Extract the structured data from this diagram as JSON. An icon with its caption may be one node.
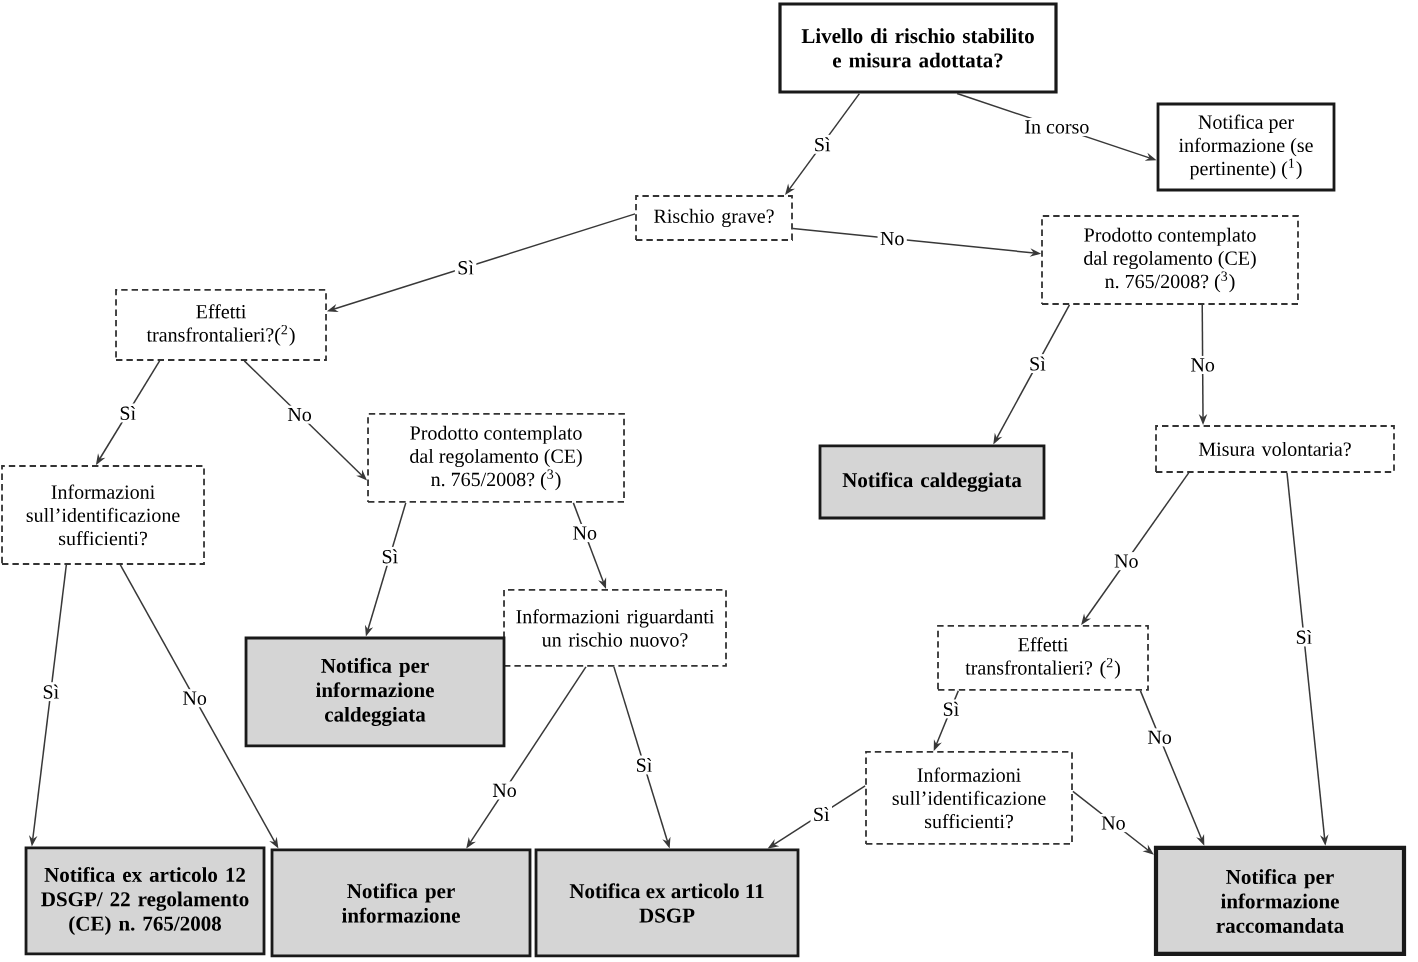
{
  "diagram": {
    "nodes": [
      {
        "text": [
          "Livello di rischio stabilito e misura adottata?"
        ]
      },
      {
        "text": [
          "Notifica per informazione (se pertinente) ($^{1}$)"
        ]
      },
      {
        "text": [
          "Rischio grave?"
        ]
      },
      {
        "text": [
          "Prodotto contemplato dal regolamento (CE) n. 765/2008? ($^{3}$)"
        ]
      },
      {
        "text": [
          "Effetti transfrontalieri?($^{2}$)"
        ]
      },
      {
        "text": [
          "Notifica caldeggiata"
        ]
      },
      {
        "text": [
          "Misura volontaria?"
        ]
      },
      {
        "text": [
          "Informazioni sull’identificazione sufficienti?"
        ]
      },
      {
        "text": [
          "Prodotto contemplato dal regolamento (CE) n. 765/2008? ($^{3}$)"
        ]
      },
      {
        "text": [
          "Informazioni riguardanti un rischio nuovo?"
        ]
      },
      {
        "text": [
          "Notifica per informazione caldeggiata"
        ]
      },
      {
        "text": [
          "Effetti transfrontalieri? ($^{2}$)"
        ]
      },
      {
        "text": [
          "Informazioni sull’identificazione sufficienti?"
        ]
      },
      {
        "text": [
          "Notifica ex articolo 12 DSGP/ 22 regolamento (CE) n. 765/2008"
        ]
      },
      {
        "text": [
          "Notifica per informazione"
        ]
      },
      {
        "text": [
          "Notifica ex articolo 11 DSGP"
        ]
      },
      {
        "text": [
          "Notifica per informazione raccomandata"
        ]
      }
    ],
    "edges": [
      {
        "from": 0,
        "to": 2,
        "arrow": "to",
        "label": "Sì"
      },
      {
        "from": 0,
        "to": 1,
        "arrow": "to",
        "label": "In corso"
      },
      {
        "from": 2,
        "to": 4,
        "arrow": "to",
        "label": "Sì"
      },
      {
        "from": 2,
        "to": 3,
        "arrow": "to",
        "label": "No"
      },
      {
        "from": 3,
        "to": 5,
        "arrow": "to",
        "label": "Sì"
      },
      {
        "from": 3,
        "to": 6,
        "arrow": "to",
        "label": "No"
      },
      {
        "from": 4,
        "to": 7,
        "arrow": "to",
        "label": "Sì"
      },
      {
        "from": 4,
        "to": 8,
        "arrow": "to",
        "label": "No"
      },
      {
        "from": 8,
        "to": 10,
        "arrow": "to",
        "label": "Sì"
      },
      {
        "from": 8,
        "to": 9,
        "arrow": "to",
        "label": "No"
      },
      {
        "from": 7,
        "to": 13,
        "arrow": "to",
        "label": "Sì"
      },
      {
        "from": 7,
        "to": 14,
        "arrow": "to",
        "label": "No"
      },
      {
        "from": 9,
        "to": 14,
        "arrow": "to",
        "label": "No"
      },
      {
        "from": 9,
        "to": 15,
        "arrow": "to",
        "label": "Sì"
      },
      {
        "from": 6,
        "to": 11,
        "arrow": "to",
        "label": "No"
      },
      {
        "from": 6,
        "to": 16,
        "arrow": "to",
        "label": "Sì"
      },
      {
        "from": 11,
        "to": 12,
        "arrow": "to",
        "label": "Sì"
      },
      {
        "from": 11,
        "to": 16,
        "arrow": "to",
        "label": "No"
      },
      {
        "from": 12,
        "to": 15,
        "arrow": "to",
        "label": "Sì"
      },
      {
        "from": 12,
        "to": 16,
        "arrow": "to",
        "label": "No"
      }
    ]
  }
}
